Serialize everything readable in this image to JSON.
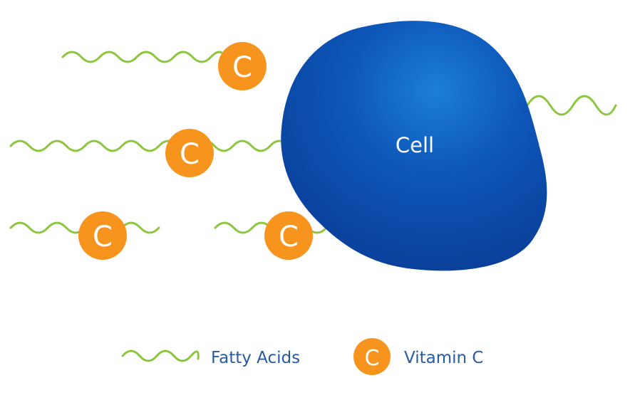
{
  "cell": {
    "label": "Cell",
    "color": "#0b4aa8",
    "highlight": "#1a78d0"
  },
  "vitamin_c": {
    "letter": "C",
    "color": "#f7941d"
  },
  "fatty_acid": {
    "color": "#8cc63f"
  },
  "legend": {
    "fatty_acids_label": "Fatty Acids",
    "vitamin_c_label": "Vitamin C",
    "vitamin_c_letter": "C",
    "text_color": "#2a5aa0"
  }
}
